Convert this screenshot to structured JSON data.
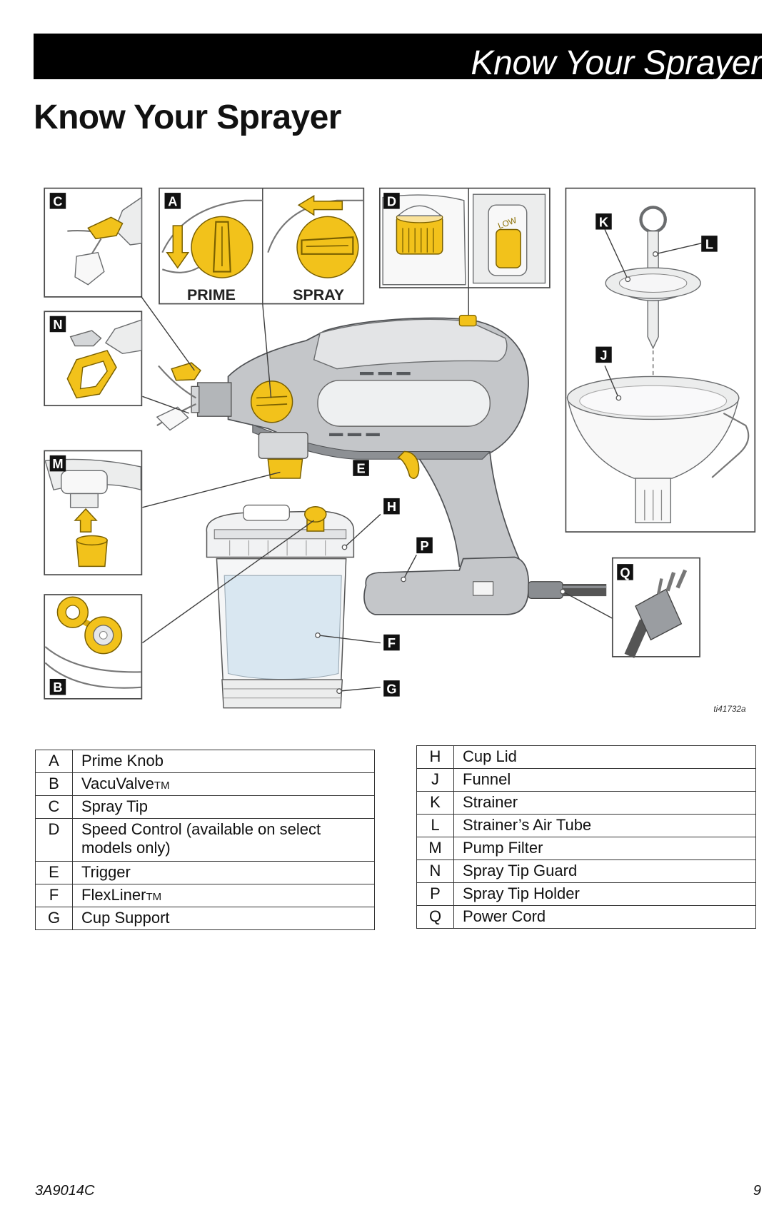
{
  "header": {
    "title": "Know Your Sprayer"
  },
  "page_title": "Know Your Sprayer",
  "colors": {
    "accent_yellow": "#f2c21b",
    "body_gray": "#c4c6c9",
    "liner_blue": "#d9e7f1",
    "header_bg": "#000000"
  },
  "figure": {
    "labels": {
      "a": "A",
      "b": "B",
      "c": "C",
      "d": "D",
      "e": "E",
      "f": "F",
      "g": "G",
      "h": "H",
      "j": "J",
      "k": "K",
      "l": "L",
      "m": "M",
      "n": "N",
      "p": "P",
      "q": "Q"
    },
    "prime_label": "PRIME",
    "spray_label": "SPRAY",
    "speed_setting": "LOW",
    "figure_id": "ti41732a"
  },
  "parts_left": [
    {
      "key": "A",
      "name": "Prime Knob"
    },
    {
      "key": "B",
      "name": "VacuValve",
      "tm": "TM"
    },
    {
      "key": "C",
      "name": "Spray Tip"
    },
    {
      "key": "D",
      "name": "Speed Control (available on select models only)"
    },
    {
      "key": "E",
      "name": "Trigger"
    },
    {
      "key": "F",
      "name": "FlexLiner",
      "tm": "TM"
    },
    {
      "key": "G",
      "name": "Cup Support"
    }
  ],
  "parts_right": [
    {
      "key": "H",
      "name": "Cup Lid"
    },
    {
      "key": "J",
      "name": "Funnel"
    },
    {
      "key": "K",
      "name": "Strainer"
    },
    {
      "key": "L",
      "name": "Strainer’s Air Tube"
    },
    {
      "key": "M",
      "name": "Pump Filter"
    },
    {
      "key": "N",
      "name": "Spray Tip Guard"
    },
    {
      "key": "P",
      "name": "Spray Tip Holder"
    },
    {
      "key": "Q",
      "name": "Power Cord"
    }
  ],
  "footer": {
    "doc_number": "3A9014C",
    "page_number": "9"
  }
}
